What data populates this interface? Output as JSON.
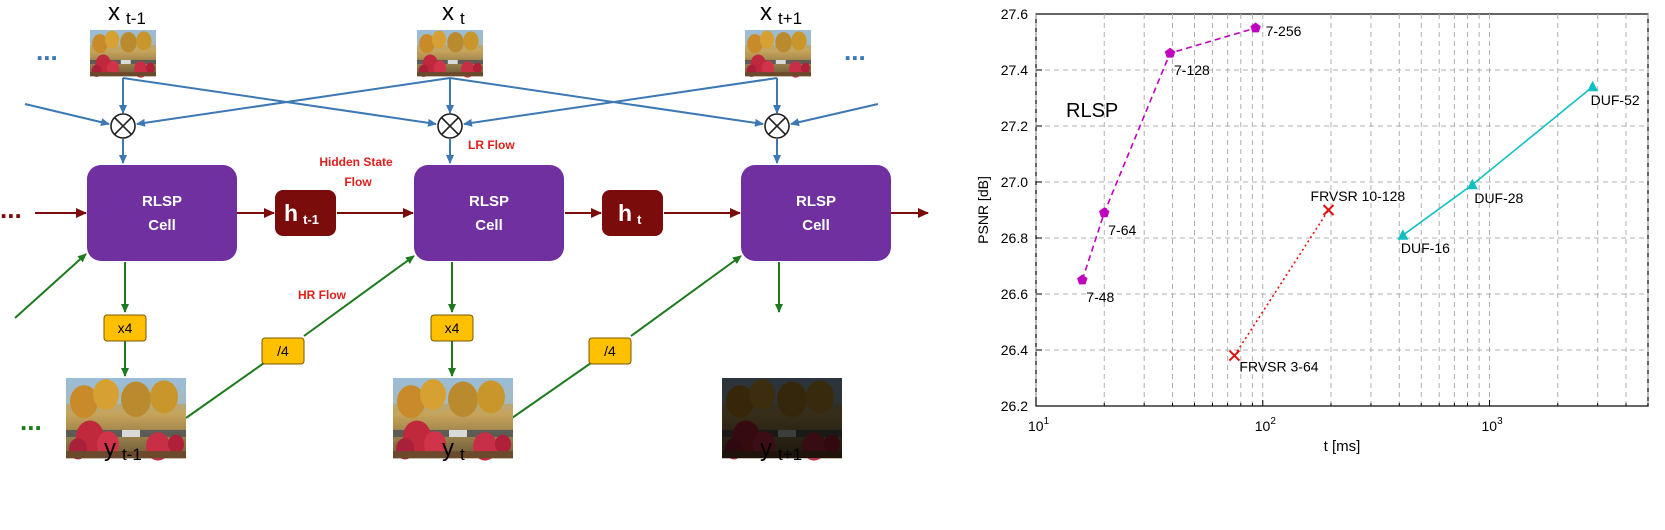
{
  "diagram": {
    "inputs": [
      {
        "name": "x",
        "sub": "t-1"
      },
      {
        "name": "x",
        "sub": "t"
      },
      {
        "name": "x",
        "sub": "t+1"
      }
    ],
    "outputs": [
      {
        "name": "y",
        "sub": "t-1"
      },
      {
        "name": "y",
        "sub": "t"
      },
      {
        "name": "y",
        "sub": "t+1"
      }
    ],
    "cell_label_line1": "RLSP",
    "cell_label_line2": "Cell",
    "hidden_states": [
      {
        "name": "h",
        "sub": "t-1"
      },
      {
        "name": "h",
        "sub": "t"
      }
    ],
    "upsample_label": "x4",
    "downsample_label": "/4",
    "ellipsis": "...",
    "flow_labels": {
      "hidden_state_line1": "Hidden State",
      "hidden_state_line2": "Flow",
      "lr_flow": "LR Flow",
      "hr_flow": "HR  Flow"
    },
    "colors": {
      "cell": "#7030a0",
      "hidden": "#7b0c0c",
      "lr_arrow": "#3c78b4",
      "hr_arrow": "#1e7a1e",
      "scale_box": "#ffc000",
      "flow_text": "#e0201c"
    }
  },
  "chart_data": {
    "type": "scatter",
    "xscale": "log",
    "xlabel": "t [ms]",
    "ylabel": "PSNR [dB]",
    "xlim": [
      10,
      5000
    ],
    "ylim": [
      26.2,
      27.6
    ],
    "x_tick_labels": [
      "10",
      "1",
      "10",
      "2",
      "10",
      "3"
    ],
    "y_tick_labels": [
      "26.2",
      "26.4",
      "26.6",
      "26.8",
      "27.0",
      "27.2",
      "27.4",
      "27.6"
    ],
    "grid": true,
    "annotation": "RLSP",
    "series": [
      {
        "color": "#bf00bf",
        "marker": "pentagon",
        "line": "dashed",
        "points": [
          {
            "label": "7-48",
            "x": 16,
            "y": 26.65
          },
          {
            "label": "7-64",
            "x": 20,
            "y": 26.89
          },
          {
            "label": "7-128",
            "x": 39,
            "y": 27.46
          },
          {
            "label": "7-256",
            "x": 93,
            "y": 27.55
          }
        ]
      },
      {
        "color": "#e01010",
        "marker": "x",
        "line": "dotted",
        "points": [
          {
            "label": "FRVSR 3-64",
            "x": 75,
            "y": 26.38
          },
          {
            "label": "FRVSR 10-128",
            "x": 195,
            "y": 26.9
          }
        ]
      },
      {
        "color": "#10c0c0",
        "marker": "triangle",
        "line": "solid",
        "points": [
          {
            "label": "DUF-16",
            "x": 415,
            "y": 26.81
          },
          {
            "label": "DUF-28",
            "x": 840,
            "y": 26.99
          },
          {
            "label": "DUF-52",
            "x": 2850,
            "y": 27.34
          }
        ]
      }
    ]
  }
}
